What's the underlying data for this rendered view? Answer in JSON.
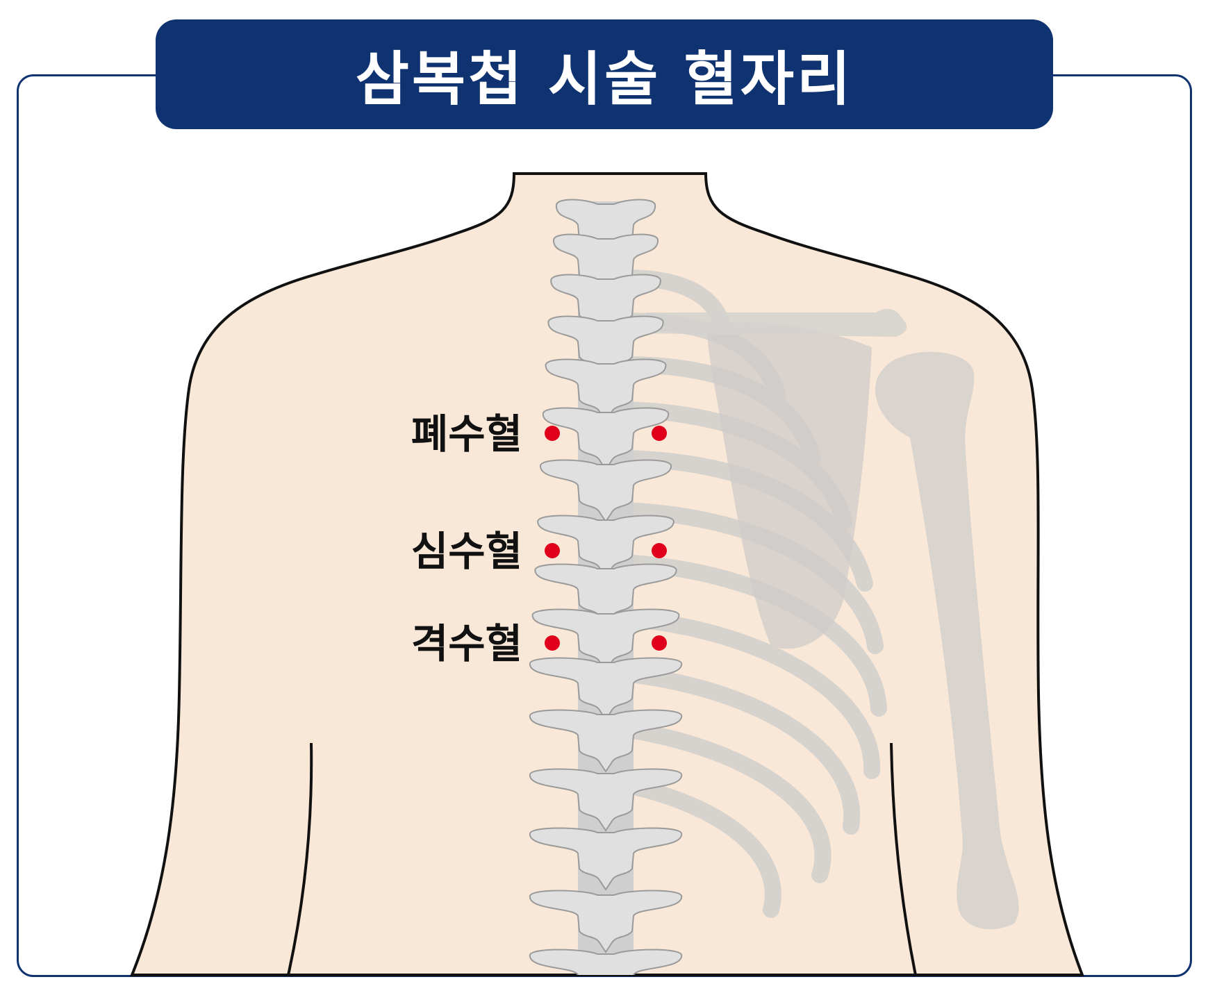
{
  "title": "삼복첩 시술 혈자리",
  "colors": {
    "frame": "#0f3270",
    "banner": "#0f3270",
    "skin": "#f9e8d7",
    "bone": "#dcdcdc",
    "acupoint": "#e0001b"
  },
  "acupoints": [
    {
      "label": "폐수혈"
    },
    {
      "label": "심수혈"
    },
    {
      "label": "격수혈"
    }
  ]
}
